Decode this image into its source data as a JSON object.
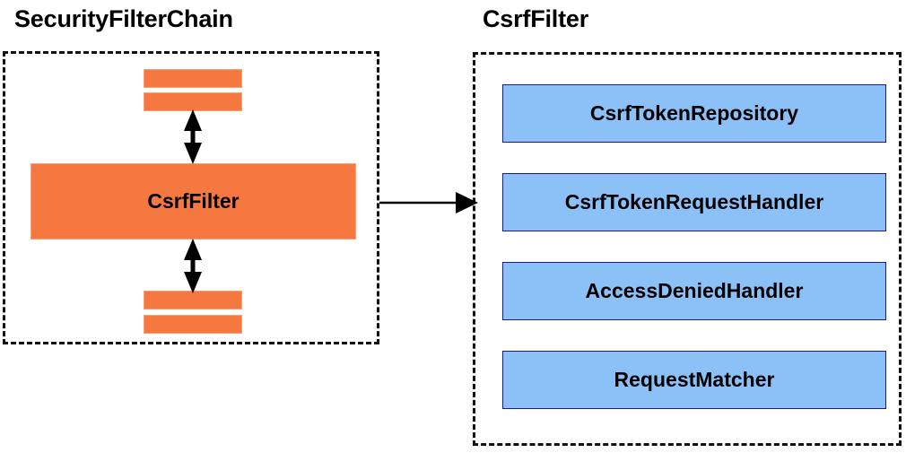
{
  "diagram": {
    "type": "component-relationship-diagram",
    "background_color": "#ffffff",
    "groups": [
      {
        "id": "security-filter-chain",
        "title": "SecurityFilterChain",
        "border_style": "dashed",
        "border_color": "#111111",
        "highlighted_component": "CsrfFilter",
        "stub_bars_count": 4
      },
      {
        "id": "csrf-filter",
        "title": "CsrfFilter",
        "border_style": "dashed",
        "border_color": "#111111",
        "components": [
          "CsrfTokenRepository",
          "CsrfTokenRequestHandler",
          "AccessDeniedHandler",
          "RequestMatcher"
        ]
      }
    ],
    "connector": {
      "from": "security-filter-chain",
      "to": "csrf-filter",
      "style": "single-headed-arrow",
      "direction": "left-to-right"
    },
    "internal_connectors": [
      {
        "style": "double-headed-arrow",
        "orientation": "vertical",
        "position": "above-csrf-filter"
      },
      {
        "style": "double-headed-arrow",
        "orientation": "vertical",
        "position": "below-csrf-filter"
      }
    ],
    "colors": {
      "component_blue_fill": "#8cc1f7",
      "component_blue_border": "#1b1b8f",
      "filter_orange_fill": "#f47840",
      "filter_orange_border": "#f8a077",
      "shadow_dark": "#9d9d9d",
      "shadow_light": "#e3e3e3",
      "text": "#000000"
    }
  }
}
